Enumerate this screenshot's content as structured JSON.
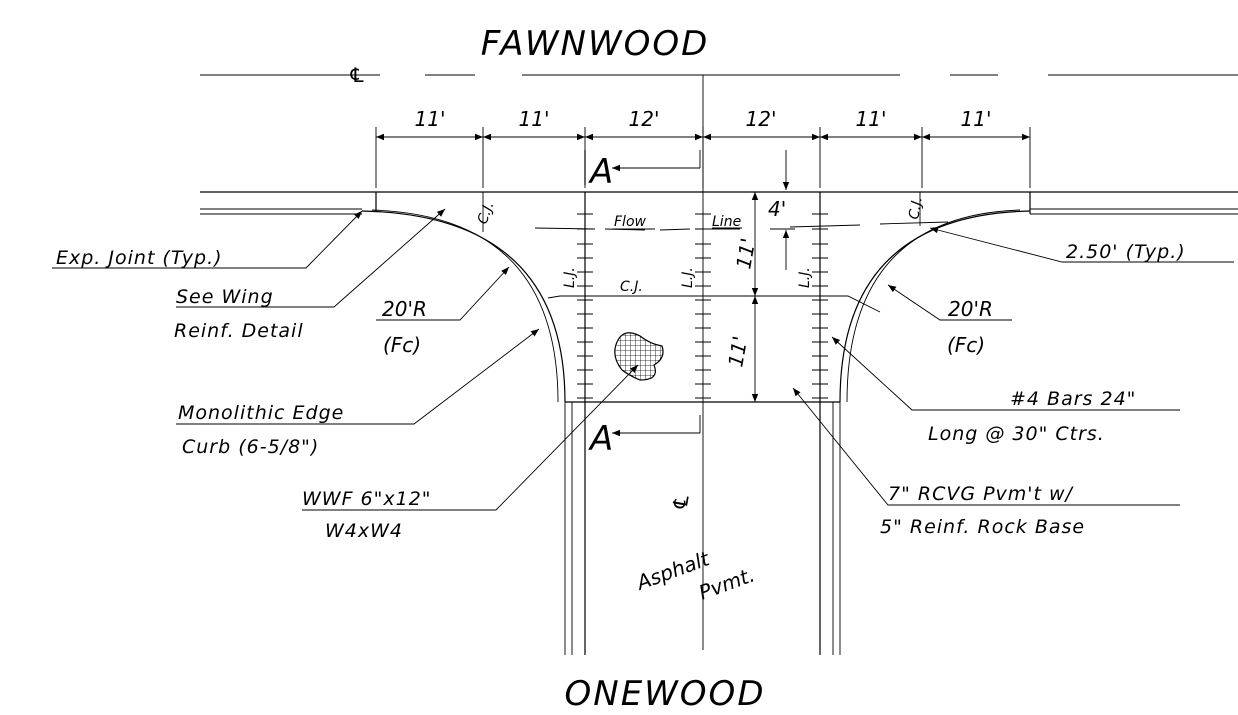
{
  "streets": {
    "top": "FAWNWOOD",
    "bottom": "ONEWOOD"
  },
  "centerline_symbol": "℄",
  "dimensions": {
    "top_widths": [
      "11'",
      "11'",
      "12'",
      "12'",
      "11'",
      "11'"
    ],
    "offset_4": "4'",
    "depth_1": "11'",
    "depth_2": "11'"
  },
  "section": {
    "mark": "A"
  },
  "joints": {
    "cj": "C.J.",
    "lj": "L.J."
  },
  "flow_line": {
    "word1": "Flow",
    "word2": "Line"
  },
  "labels": {
    "exp_joint": "Exp. Joint (Typ.)",
    "see_wing_1": "See Wing",
    "see_wing_2": "Reinf. Detail",
    "radius_left_1": "20'R",
    "radius_left_2": "(Fc)",
    "monolithic_1": "Monolithic Edge",
    "monolithic_2": "Curb (6-5/8\")",
    "wwf_1": "WWF 6\"x12\"",
    "wwf_2": "W4xW4",
    "typ_250": "2.50' (Typ.)",
    "radius_right_1": "20'R",
    "radius_right_2": "(Fc)",
    "bars_1": "#4 Bars 24\"",
    "bars_2": "Long @ 30\" Ctrs.",
    "rcvg_1": "7\" RCVG Pvm't w/",
    "rcvg_2": "5\" Reinf. Rock Base",
    "asphalt_1": "Asphalt",
    "asphalt_2": "Pvmt."
  }
}
